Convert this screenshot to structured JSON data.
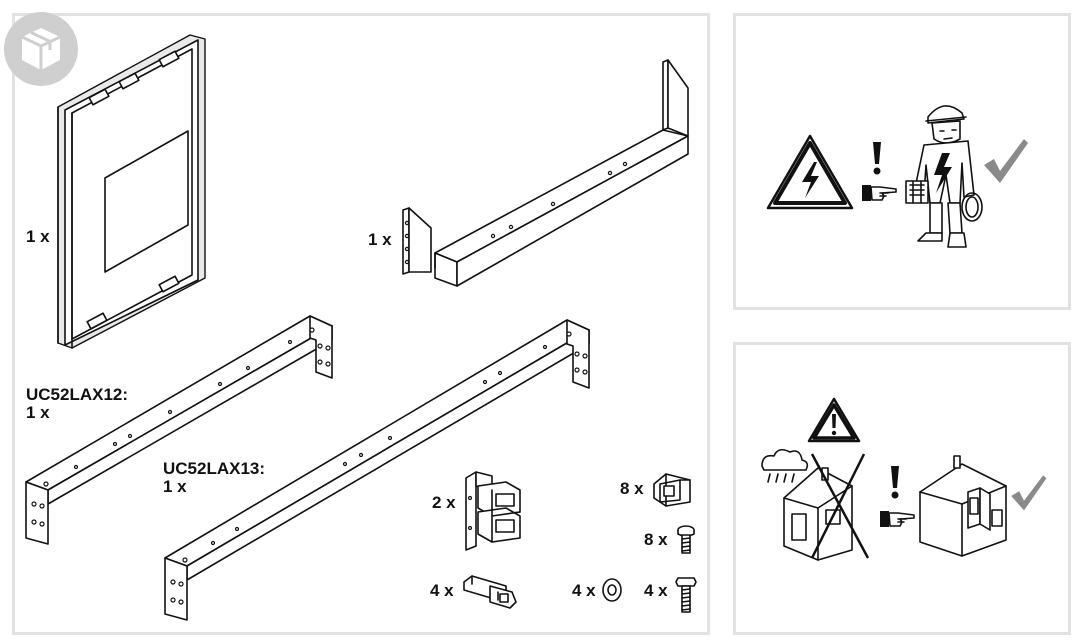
{
  "contents_panel": {
    "box_icon": "package-box-icon",
    "items": [
      {
        "id": "door-panel",
        "label": "1 x"
      },
      {
        "id": "u-frame",
        "label": "1 x"
      },
      {
        "id": "uc52lax12-rail",
        "label": "UC52LAX12:\n1 x"
      },
      {
        "id": "uc52lax13-rail",
        "label": "UC52LAX13:\n1 x"
      },
      {
        "id": "terminal-block",
        "label": "2 x"
      },
      {
        "id": "clip-nut",
        "label": "8 x"
      },
      {
        "id": "short-screw",
        "label": "8 x"
      },
      {
        "id": "connector",
        "label": "4 x"
      },
      {
        "id": "washer",
        "label": "4 x"
      },
      {
        "id": "long-bolt",
        "label": "4 x"
      }
    ]
  },
  "warning_panel_electric": {
    "icons": [
      "high-voltage-warning-icon",
      "exclamation-icon",
      "pointing-hand-icon",
      "electrician-icon",
      "checkmark-icon"
    ]
  },
  "warning_panel_weather": {
    "icons": [
      "caution-triangle-icon",
      "crossed-house-rain-icon",
      "exclamation-icon",
      "pointing-hand-icon",
      "house-indoor-icon",
      "checkmark-icon"
    ]
  },
  "colors": {
    "ink": "#111111",
    "frame": "#e2e2e2",
    "icon_gray": "#cfcfcf",
    "check_gray": "#888888"
  }
}
